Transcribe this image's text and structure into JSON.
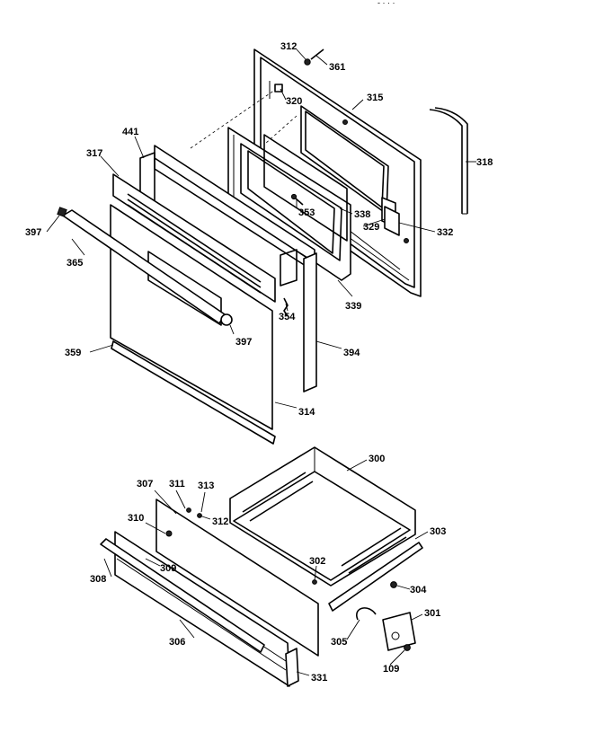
{
  "header": {
    "corner_text": "- ·  ·  ·"
  },
  "callouts": {
    "p312a": "312",
    "p361": "361",
    "p320": "320",
    "p315": "315",
    "p318": "318",
    "p441": "441",
    "p317": "317",
    "p353": "353",
    "p338": "338",
    "p329": "329",
    "p332": "332",
    "p397a": "397",
    "p365": "365",
    "p354": "354",
    "p339": "339",
    "p397b": "397",
    "p394": "394",
    "p359": "359",
    "p314": "314",
    "p300": "300",
    "p307": "307",
    "p311": "311",
    "p313": "313",
    "p312b": "312",
    "p310": "310",
    "p303": "303",
    "p302": "302",
    "p309": "309",
    "p308": "308",
    "p304": "304",
    "p301": "301",
    "p305": "305",
    "p306": "306",
    "p109": "109",
    "p331": "331"
  }
}
